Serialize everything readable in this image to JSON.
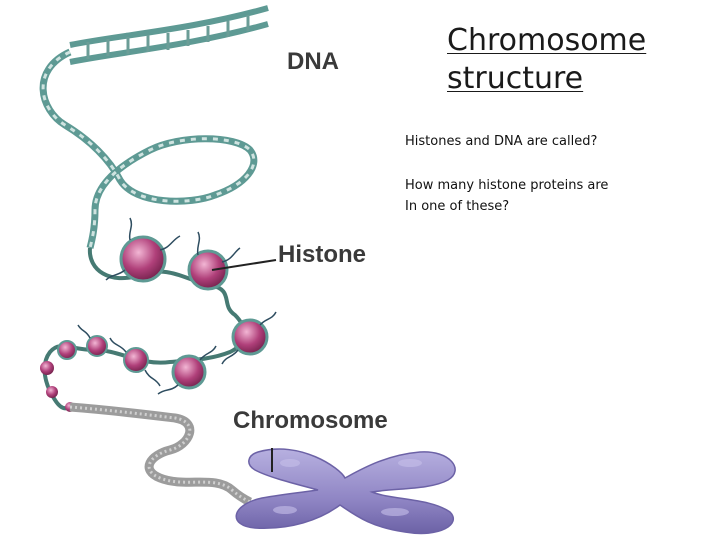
{
  "title": {
    "line1": "Chromosome",
    "line2": "structure"
  },
  "labels": {
    "dna": "DNA",
    "histone": "Histone",
    "chromosome": "Chromosome"
  },
  "questions": [
    {
      "line1": "Histones and DNA are called?"
    },
    {
      "line1": "How many histone proteins are",
      "line2": "In one of these?"
    }
  ],
  "colors": {
    "dna_strand": "#5e9a94",
    "dna_light": "#cfe3e0",
    "nucleosome": "#b0407a",
    "linker": "#467a73",
    "chromosome": "#8f85c4",
    "fiber": "#9c9c9c"
  }
}
